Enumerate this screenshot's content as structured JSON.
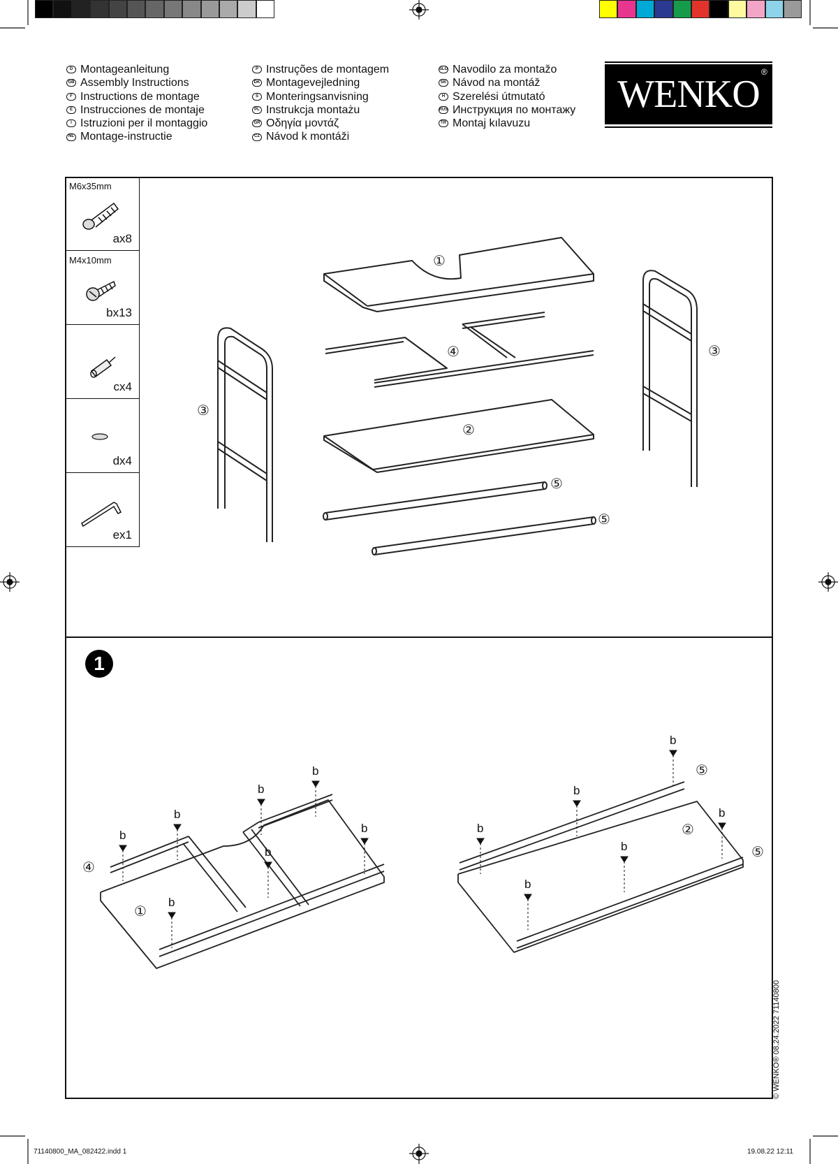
{
  "colorbar": {
    "grays": [
      "#000000",
      "#111111",
      "#222222",
      "#333333",
      "#444444",
      "#555555",
      "#666666",
      "#777777",
      "#888888",
      "#999999",
      "#aaaaaa",
      "#cccccc",
      "#ffffff"
    ],
    "colors": [
      "#ffff00",
      "#e8358f",
      "#00a9d6",
      "#2a3a90",
      "#169b4a",
      "#e3342b",
      "#000000",
      "#fff9a0",
      "#f3a5c8",
      "#8dd4ea",
      "#9a9a9a"
    ]
  },
  "languages": [
    [
      {
        "code": "D",
        "text": "Montageanleitung"
      },
      {
        "code": "GB",
        "text": "Assembly Instructions"
      },
      {
        "code": "F",
        "text": "Instructions de montage"
      },
      {
        "code": "E",
        "text": "Instrucciones de montaje"
      },
      {
        "code": "I",
        "text": "Istruzioni per il montaggio"
      },
      {
        "code": "NL",
        "text": "Montage-instructie"
      }
    ],
    [
      {
        "code": "P",
        "text": "Instruções de montagem"
      },
      {
        "code": "DK",
        "text": "Montagevejledning"
      },
      {
        "code": "S",
        "text": "Monteringsanvisning"
      },
      {
        "code": "PL",
        "text": "Instrukcja montażu"
      },
      {
        "code": "GR",
        "text": "Οδηγία μοντάζ"
      },
      {
        "code": "CZ",
        "text": "Návod k montáži"
      }
    ],
    [
      {
        "code": "SLO",
        "text": "Navodilo za montažo"
      },
      {
        "code": "SK",
        "text": "Návod na montáž"
      },
      {
        "code": "H",
        "text": "Szerelési útmutató"
      },
      {
        "code": "RUS",
        "text": "Инструкция по монтажу"
      },
      {
        "code": "TR",
        "text": "Montaj kılavuzu"
      }
    ]
  ],
  "brand": {
    "logo_text": "WENKO",
    "registered": "®"
  },
  "parts": [
    {
      "size": "M6x35mm",
      "qty": "ax8",
      "icon": "bolt-icon"
    },
    {
      "size": "M4x10mm",
      "qty": "bx13",
      "icon": "screw-icon"
    },
    {
      "size": "",
      "qty": "cx4",
      "icon": "dowel-icon"
    },
    {
      "size": "",
      "qty": "dx4",
      "icon": "washer-icon"
    },
    {
      "size": "",
      "qty": "ex1",
      "icon": "allen-key-icon"
    }
  ],
  "callouts": {
    "p1": "①",
    "p2": "②",
    "p3": "③",
    "p4": "④",
    "p5": "⑤",
    "screw": "b"
  },
  "step": {
    "number": "1"
  },
  "footer": {
    "left": "71140800_MA_082422.indd   1",
    "right": "19.08.22   12:11",
    "copyright": "© WENKO® 08.24.2022   71140800"
  }
}
